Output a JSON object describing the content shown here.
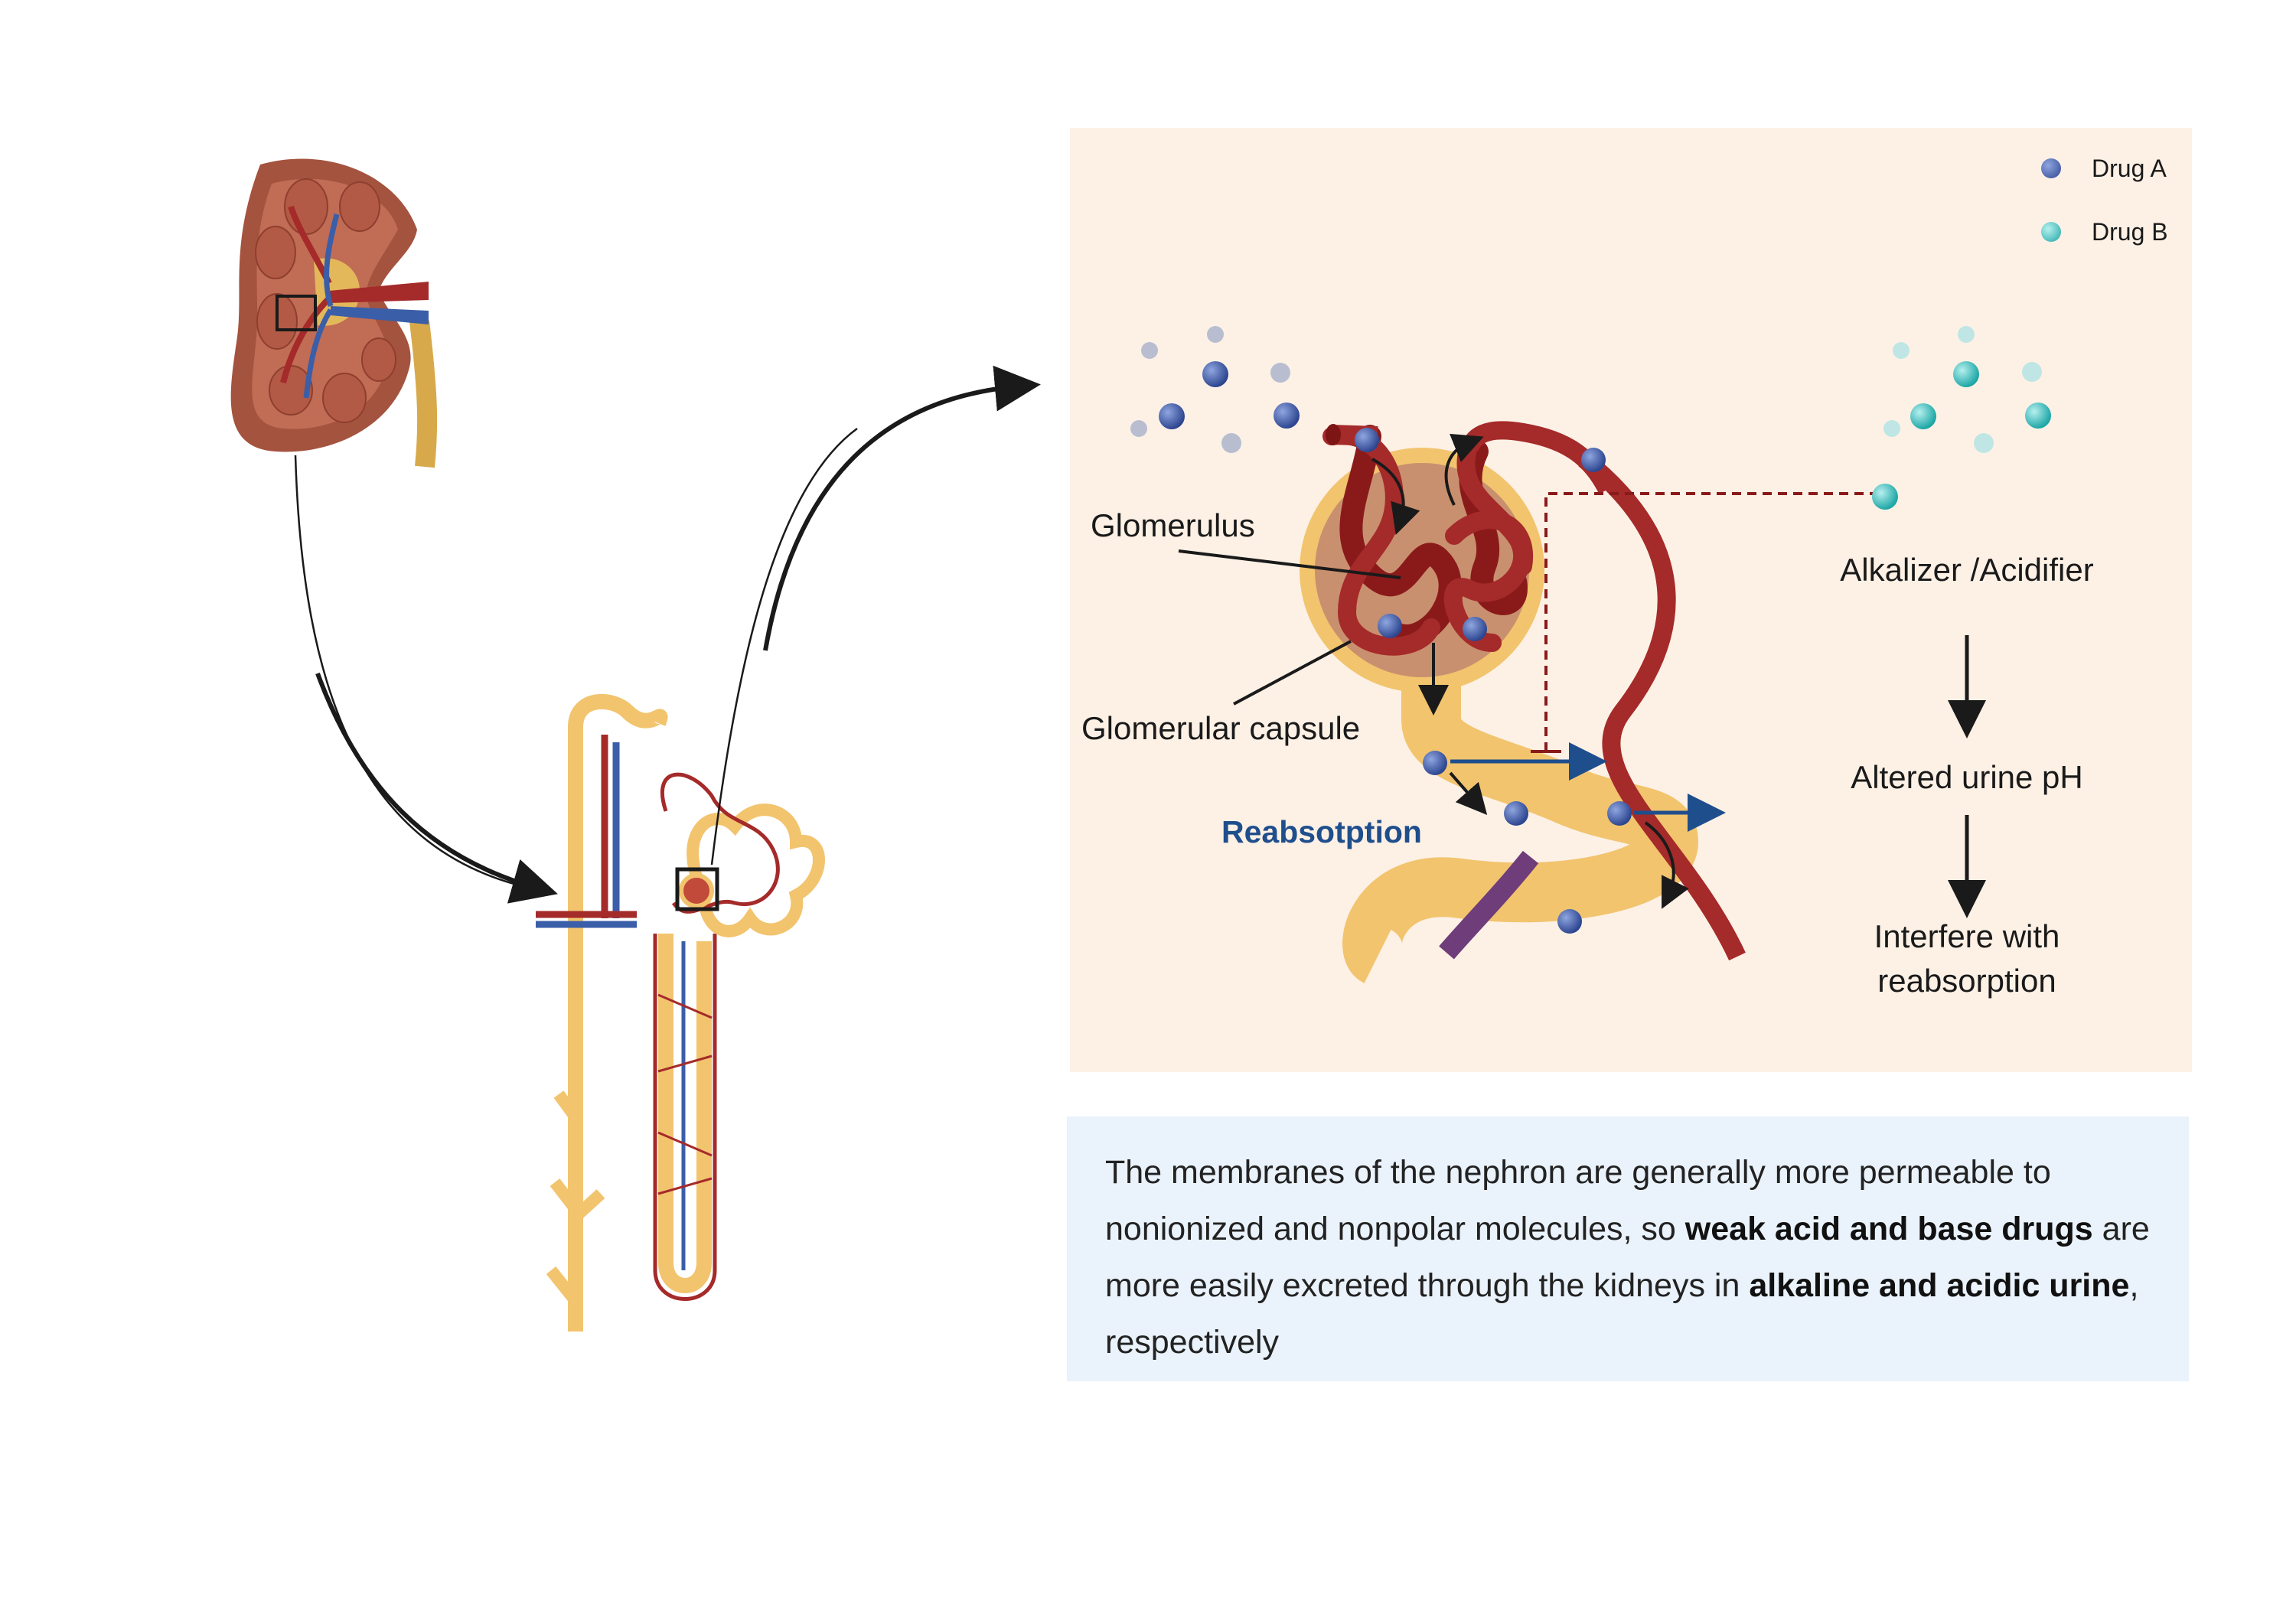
{
  "legend": {
    "drug_a": {
      "label": "Drug A",
      "color": "#3d5aa6"
    },
    "drug_b": {
      "label": "Drug B",
      "color": "#3fbfbf"
    }
  },
  "labels": {
    "glomerulus": "Glomerulus",
    "glomerular_capsule": "Glomerular capsule",
    "reabsorption": "Reabsotption"
  },
  "flow": {
    "step1": "Alkalizer /Acidifier",
    "step2": "Altered urine pH",
    "step3": "Interfere with reabsorption"
  },
  "note": {
    "part1": "The membranes of the nephron are generally more permeable to nonionized and nonpolar molecules, so ",
    "bold1": "weak acid and base drugs",
    "part2": " are more easily excreted through the kidneys in ",
    "bold2": "alkaline and acidic urine",
    "part3": ", respectively"
  },
  "colors": {
    "panel_bg": "#fdf1e6",
    "note_bg": "#eaf2fb",
    "artery": "#a52a2a",
    "vein": "#3b5ea8",
    "tubule": "#f2c46e",
    "reabsorption_text": "#1f4e8c"
  }
}
